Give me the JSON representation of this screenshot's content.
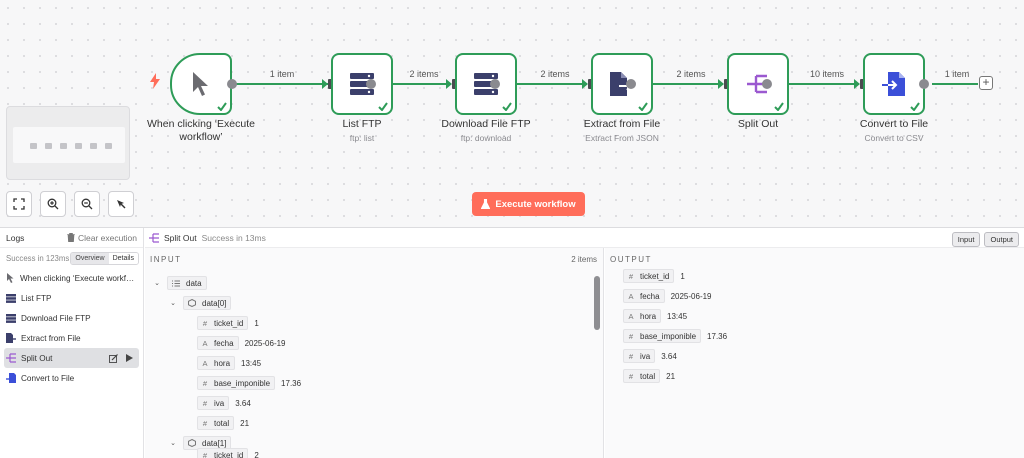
{
  "canvas": {
    "edges": [
      {
        "label": "1 item"
      },
      {
        "label": "2 items"
      },
      {
        "label": "2 items"
      },
      {
        "label": "2 items"
      },
      {
        "label": "10 items"
      },
      {
        "label": "1 item"
      }
    ],
    "nodes": [
      {
        "title": "When clicking ‘Execute workflow’",
        "subtitle": "",
        "icon": "cursor-icon"
      },
      {
        "title": "List FTP",
        "subtitle": "ftp: list",
        "icon": "server-icon"
      },
      {
        "title": "Download File FTP",
        "subtitle": "ftp: download",
        "icon": "server-icon"
      },
      {
        "title": "Extract from File",
        "subtitle": "Extract From JSON",
        "icon": "file-export-icon"
      },
      {
        "title": "Split Out",
        "subtitle": "",
        "icon": "split-icon"
      },
      {
        "title": "Convert to File",
        "subtitle": "Convert to CSV",
        "icon": "file-import-icon"
      }
    ],
    "execute_button": "Execute workflow",
    "colors": {
      "success": "#2e9c58",
      "accent": "#ff6d5a",
      "split": "#9b59d0",
      "convert": "#3b4fd8",
      "node_icon": "#3b3f6b"
    }
  },
  "logs": {
    "title": "Logs",
    "clear_label": "Clear execution",
    "status": "Success in 123ms",
    "overview_label": "Overview",
    "details_label": "Details",
    "items": [
      {
        "label": "When clicking ‘Execute workf…",
        "icon": "cursor-icon"
      },
      {
        "label": "List FTP",
        "icon": "server-icon"
      },
      {
        "label": "Download File FTP",
        "icon": "server-icon"
      },
      {
        "label": "Extract from File",
        "icon": "file-export-icon"
      },
      {
        "label": "Split Out",
        "icon": "split-icon"
      },
      {
        "label": "Convert to File",
        "icon": "file-import-icon"
      }
    ]
  },
  "detail": {
    "node_name": "Split Out",
    "status": "Success in 13ms",
    "input_button": "Input",
    "output_button": "Output",
    "input": {
      "title": "INPUT",
      "count": "2 items",
      "root_key": "data",
      "group0": "data[0]",
      "group1": "data[1]",
      "fields": [
        {
          "type": "#",
          "key": "ticket_id",
          "value": "1"
        },
        {
          "type": "A",
          "key": "fecha",
          "value": "2025-06-19"
        },
        {
          "type": "A",
          "key": "hora",
          "value": "13:45"
        },
        {
          "type": "#",
          "key": "base_imponible",
          "value": "17.36"
        },
        {
          "type": "#",
          "key": "iva",
          "value": "3.64"
        },
        {
          "type": "#",
          "key": "total",
          "value": "21"
        }
      ],
      "next_field": {
        "type": "#",
        "key": "ticket_id",
        "value": "2"
      }
    },
    "output": {
      "title": "OUTPUT",
      "fields": [
        {
          "type": "#",
          "key": "ticket_id",
          "value": "1"
        },
        {
          "type": "A",
          "key": "fecha",
          "value": "2025-06-19"
        },
        {
          "type": "A",
          "key": "hora",
          "value": "13:45"
        },
        {
          "type": "#",
          "key": "base_imponible",
          "value": "17.36"
        },
        {
          "type": "#",
          "key": "iva",
          "value": "3.64"
        },
        {
          "type": "#",
          "key": "total",
          "value": "21"
        }
      ]
    }
  }
}
